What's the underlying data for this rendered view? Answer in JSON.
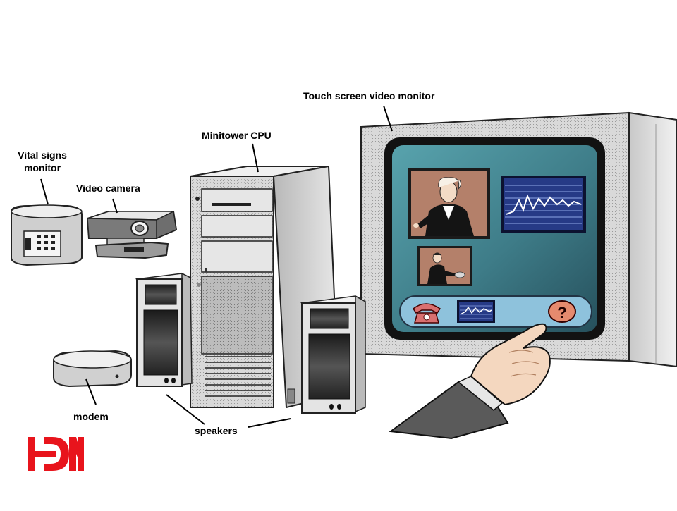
{
  "labels": {
    "touch_screen": "Touch screen video monitor",
    "minitower": "Minitower CPU",
    "vital_signs_line1": "Vital signs",
    "vital_signs_line2": "monitor",
    "video_camera": "Video camera",
    "modem": "modem",
    "speakers": "speakers"
  },
  "icons": {
    "logo": "hdn-logo-icon",
    "phone": "telephone-icon",
    "help": "question-mark-icon",
    "waveform": "waveform-icon",
    "hand": "pointing-hand-icon"
  },
  "colors": {
    "screen_teal": "#4a8a95",
    "screen_dark": "#2c5560",
    "frame_black": "#121212",
    "device_grey": "#d8d8d8",
    "device_dark": "#8c8c8c",
    "photo_brown": "#b4806a",
    "chart_navy": "#263a86",
    "bar_blue": "#8ec2dc",
    "logo_red": "#e8141c",
    "skin": "#f4d7bf"
  }
}
